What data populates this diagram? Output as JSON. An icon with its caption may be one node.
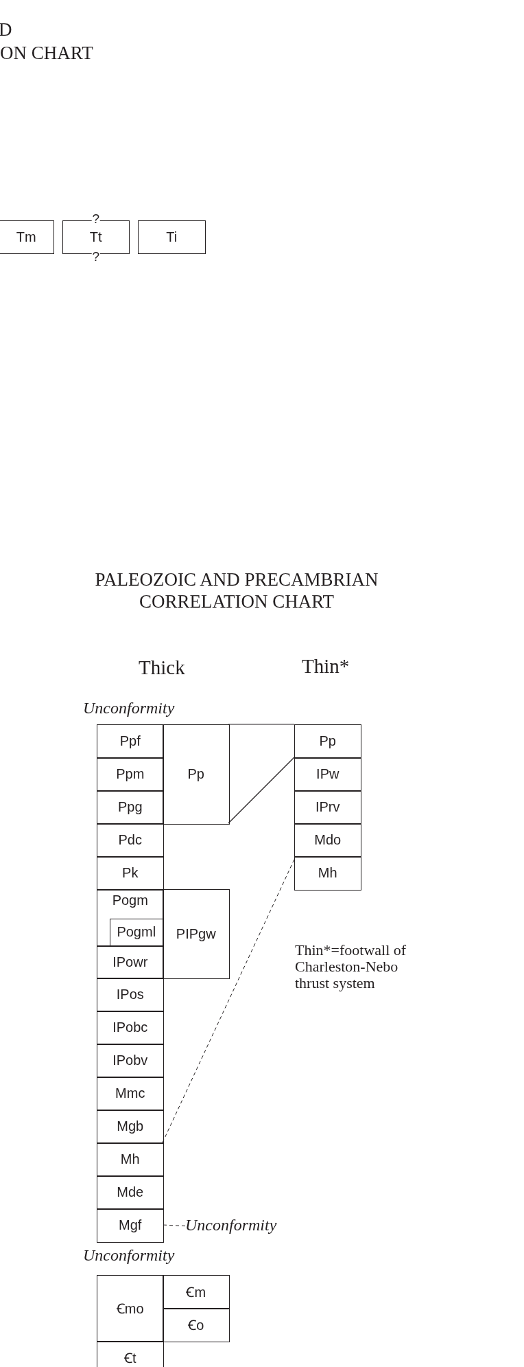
{
  "diagram": {
    "title": "PALEOZOIC AND PRECAMBRIAN CORRELATION CHART",
    "nodes": [
      {
        "text": [
          "Tm"
        ]
      },
      {
        "text": [
          "Tt"
        ],
        "beside": [
          "?",
          "?"
        ]
      },
      {
        "text": [
          "Ti"
        ]
      },
      {
        "text": [
          "Ppf"
        ]
      },
      {
        "text": [
          "Pp"
        ]
      },
      {
        "text": [
          "Pp"
        ]
      },
      {
        "text": [
          "Ppm"
        ]
      },
      {
        "text": [
          "IPw"
        ]
      },
      {
        "text": [
          "Ppg"
        ]
      },
      {
        "text": [
          "IPrv"
        ]
      },
      {
        "text": [
          "Pdc"
        ]
      },
      {
        "text": [
          "Mdo"
        ]
      },
      {
        "text": [
          "Pk"
        ]
      },
      {
        "text": [
          "Mh"
        ]
      },
      {
        "text": [
          "Pogm"
        ]
      },
      {
        "text": [
          "Pogml"
        ],
        "in": 14
      },
      {
        "text": [
          "PIPgw"
        ]
      },
      {
        "text": [
          "IPowr"
        ]
      },
      {
        "text": [
          "IPos"
        ]
      },
      {
        "text": [
          "IPobc"
        ]
      },
      {
        "text": [
          "IPobv"
        ]
      },
      {
        "text": [
          "Mmc"
        ]
      },
      {
        "text": [
          "Mgb"
        ]
      },
      {
        "text": [
          "Mh"
        ]
      },
      {
        "text": [
          "Mde"
        ]
      },
      {
        "text": [
          "Mgf"
        ]
      },
      {
        "text": [
          "Unconformity"
        ]
      },
      {
        "text": [
          "Ꞓmo"
        ]
      },
      {
        "text": [
          "Ꞓm"
        ]
      },
      {
        "text": [
          "Ꞓo"
        ]
      },
      {
        "text": [
          "Ꞓt"
        ]
      }
    ],
    "edges": [
      {
        "from": 4,
        "to": 5,
        "arrow": "none"
      },
      {
        "from": 4,
        "to": 7,
        "arrow": "none"
      },
      {
        "from": 13,
        "to": 22,
        "arrow": "none",
        "style": "dashed"
      },
      {
        "from": 26,
        "to": 25,
        "arrow": "none",
        "style": "dashed"
      }
    ],
    "labels": [
      "D",
      "ON CHART",
      "Thick",
      "Thin*",
      "Unconformity",
      "Thin*=footwall of Charleston-Nebo thrust system",
      "Unconformity"
    ]
  }
}
